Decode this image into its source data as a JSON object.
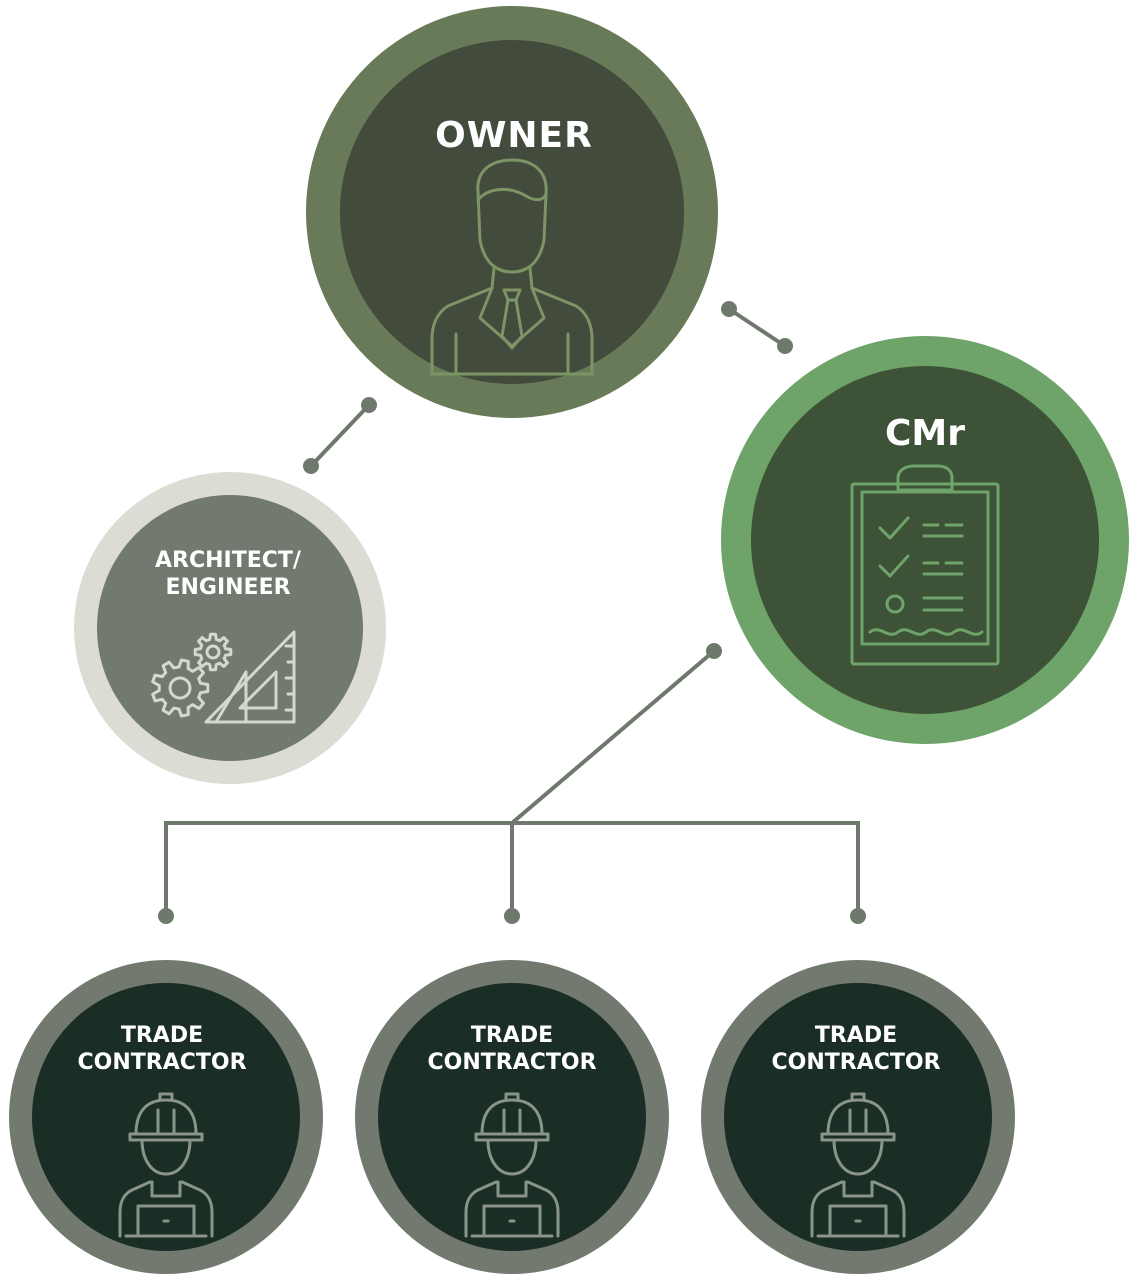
{
  "nodes": {
    "owner": {
      "label": "OWNER",
      "ring_color": "#687a58",
      "fill_color": "#434b3d",
      "icon": "businessman-icon",
      "icon_color": "#7d9466"
    },
    "cmr": {
      "label": "CMr",
      "ring_color": "#6ea46a",
      "fill_color": "#3e5237",
      "icon": "clipboard-checklist-icon",
      "icon_color": "#6ea46a"
    },
    "architect": {
      "label_line1": "ARCHITECT/",
      "label_line2": "ENGINEER",
      "ring_color": "#dcdcd4",
      "fill_color": "#727a70",
      "icon": "gears-and-triangle-ruler-icon",
      "icon_color": "#d6d8d0"
    },
    "trade_contractors": [
      {
        "label_line1": "TRADE",
        "label_line2": "CONTRACTOR",
        "icon": "worker-with-hardhat-and-laptop-icon"
      },
      {
        "label_line1": "TRADE",
        "label_line2": "CONTRACTOR",
        "icon": "worker-with-hardhat-and-laptop-icon"
      },
      {
        "label_line1": "TRADE",
        "label_line2": "CONTRACTOR",
        "icon": "worker-with-hardhat-and-laptop-icon"
      }
    ],
    "trade_contractor_style": {
      "ring_color": "#727a70",
      "fill_color": "#1b2e26",
      "icon_color": "#8a9488"
    }
  },
  "connectors": {
    "color": "#6f786c"
  }
}
